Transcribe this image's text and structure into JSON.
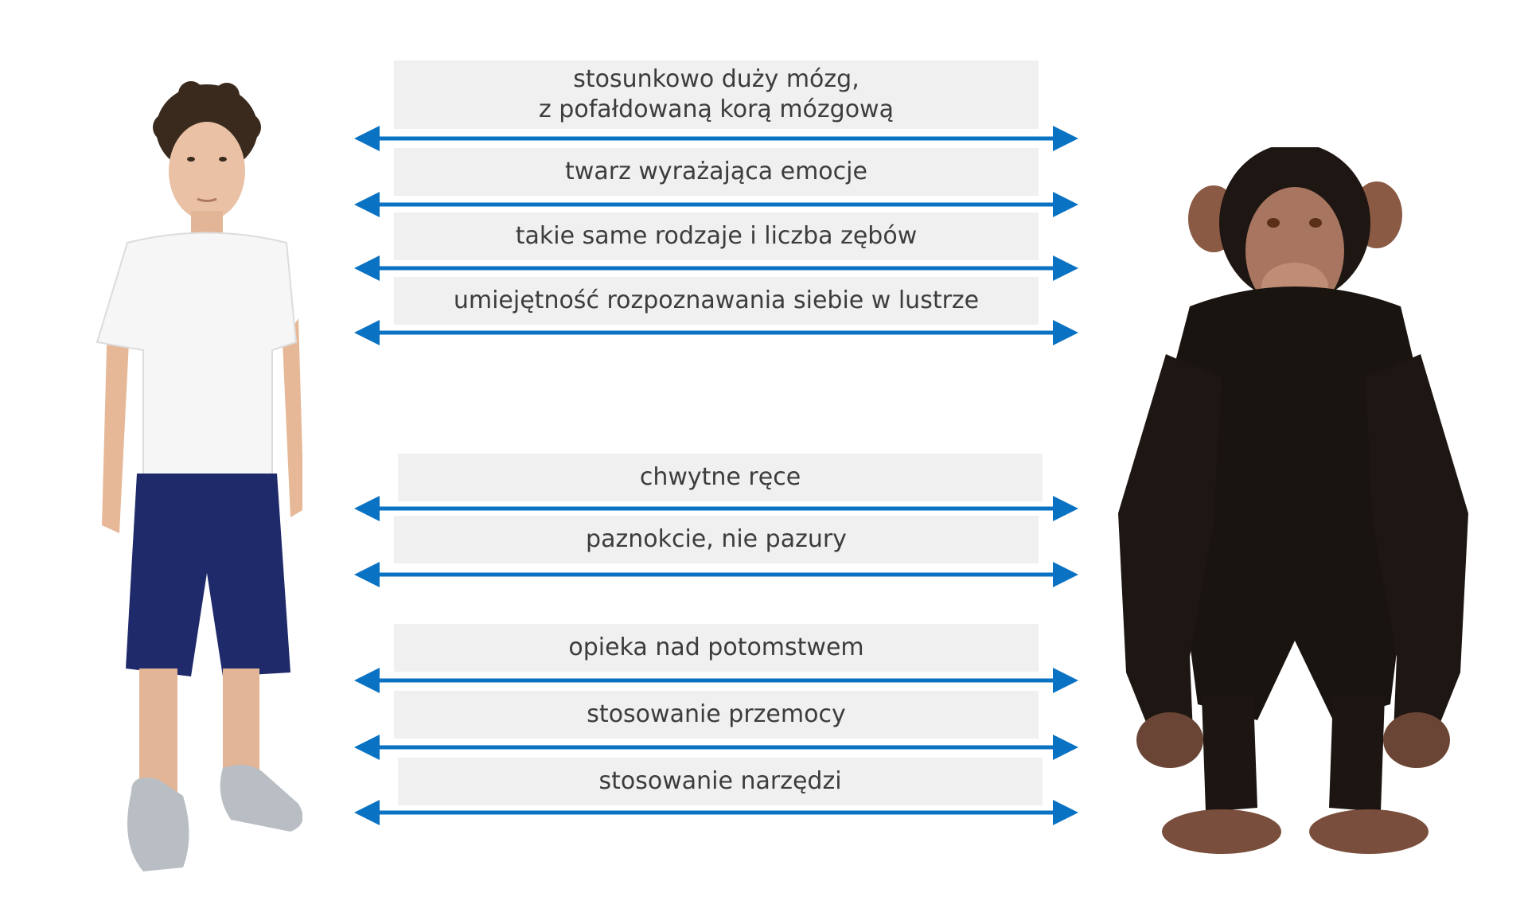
{
  "traits": [
    {
      "lines": [
        "stosunkowo duży mózg,",
        "z pofałdowaną korą mózgową"
      ]
    },
    {
      "lines": [
        "twarz wyrażająca emocje"
      ]
    },
    {
      "lines": [
        "takie same rodzaje i liczba zębów"
      ]
    },
    {
      "lines": [
        "umiejętność rozpoznawania siebie w lustrze"
      ]
    },
    {
      "lines": [
        "chwytne ręce"
      ]
    },
    {
      "lines": [
        "paznokcie, nie pazury"
      ]
    },
    {
      "lines": [
        "opieka nad potomstwem"
      ]
    },
    {
      "lines": [
        "stosowanie przemocy"
      ]
    },
    {
      "lines": [
        "stosowanie narzędzi"
      ]
    }
  ],
  "colors": {
    "arrow": "#0a72c3",
    "box_bg": "#f0f0f0",
    "text": "#3c3c3c"
  },
  "figures": {
    "left": {
      "icon": "boy-figure-icon"
    },
    "right": {
      "icon": "chimpanzee-figure-icon"
    }
  }
}
